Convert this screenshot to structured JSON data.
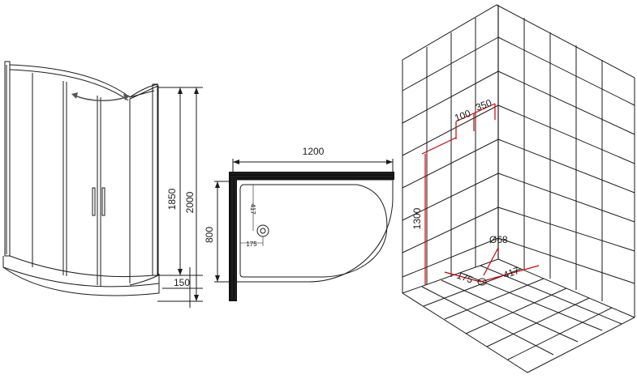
{
  "enclosure": {
    "height_total": "2000",
    "height_glass": "1850",
    "height_tray": "150"
  },
  "tray_plan": {
    "width": "1200",
    "depth": "800",
    "drain_offset_y": "417",
    "drain_offset_x": "175"
  },
  "tiled_corner": {
    "dim_100": "100",
    "dim_350": "350",
    "dim_1300": "1300",
    "dim_drain_diameter": "Ø68",
    "dim_175": "175",
    "dim_417": "417"
  },
  "colors": {
    "line": "#1a1a1a",
    "accent": "#d40000",
    "wall_dark": "#111111"
  }
}
